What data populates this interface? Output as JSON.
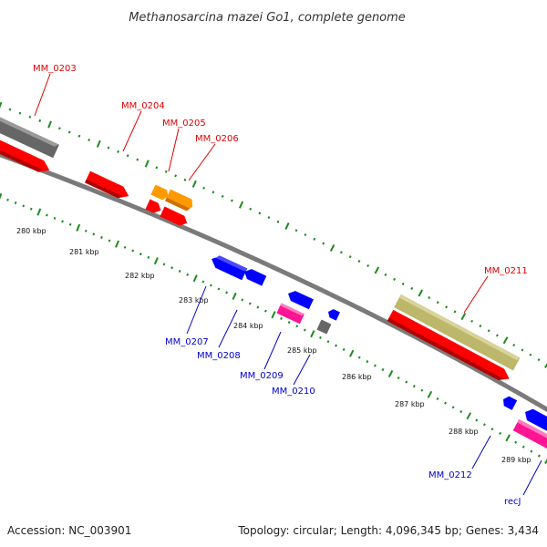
{
  "title": "Methanosarcina mazei Go1, complete genome",
  "footer": {
    "accession": "Accession: NC_003901",
    "summary": "Topology: circular; Length: 4,096,345 bp; Genes: 3,434"
  },
  "colors": {
    "backbone": "#7a7a7a",
    "tick": "#1c8a1c",
    "forward_label": "#e00000",
    "reverse_label": "#0000cc",
    "gene_red": "#ff0000",
    "gene_blue": "#0000ff",
    "gene_orange": "#ff9900",
    "gene_magenta": "#ff1493",
    "gene_gray": "#666666",
    "gene_khaki": "#bdb76b"
  },
  "scale_labels": [
    "280 kbp",
    "281 kbp",
    "282 kbp",
    "283 kbp",
    "284 kbp",
    "285 kbp",
    "286 kbp",
    "287 kbp",
    "288 kbp",
    "289 kbp"
  ],
  "gene_labels": {
    "forward": [
      "MM_0203",
      "MM_0204",
      "MM_0205",
      "MM_0206",
      "MM_0211"
    ],
    "reverse": [
      "MM_0207",
      "MM_0208",
      "MM_0209",
      "MM_0210",
      "MM_0212",
      "recJ"
    ]
  }
}
